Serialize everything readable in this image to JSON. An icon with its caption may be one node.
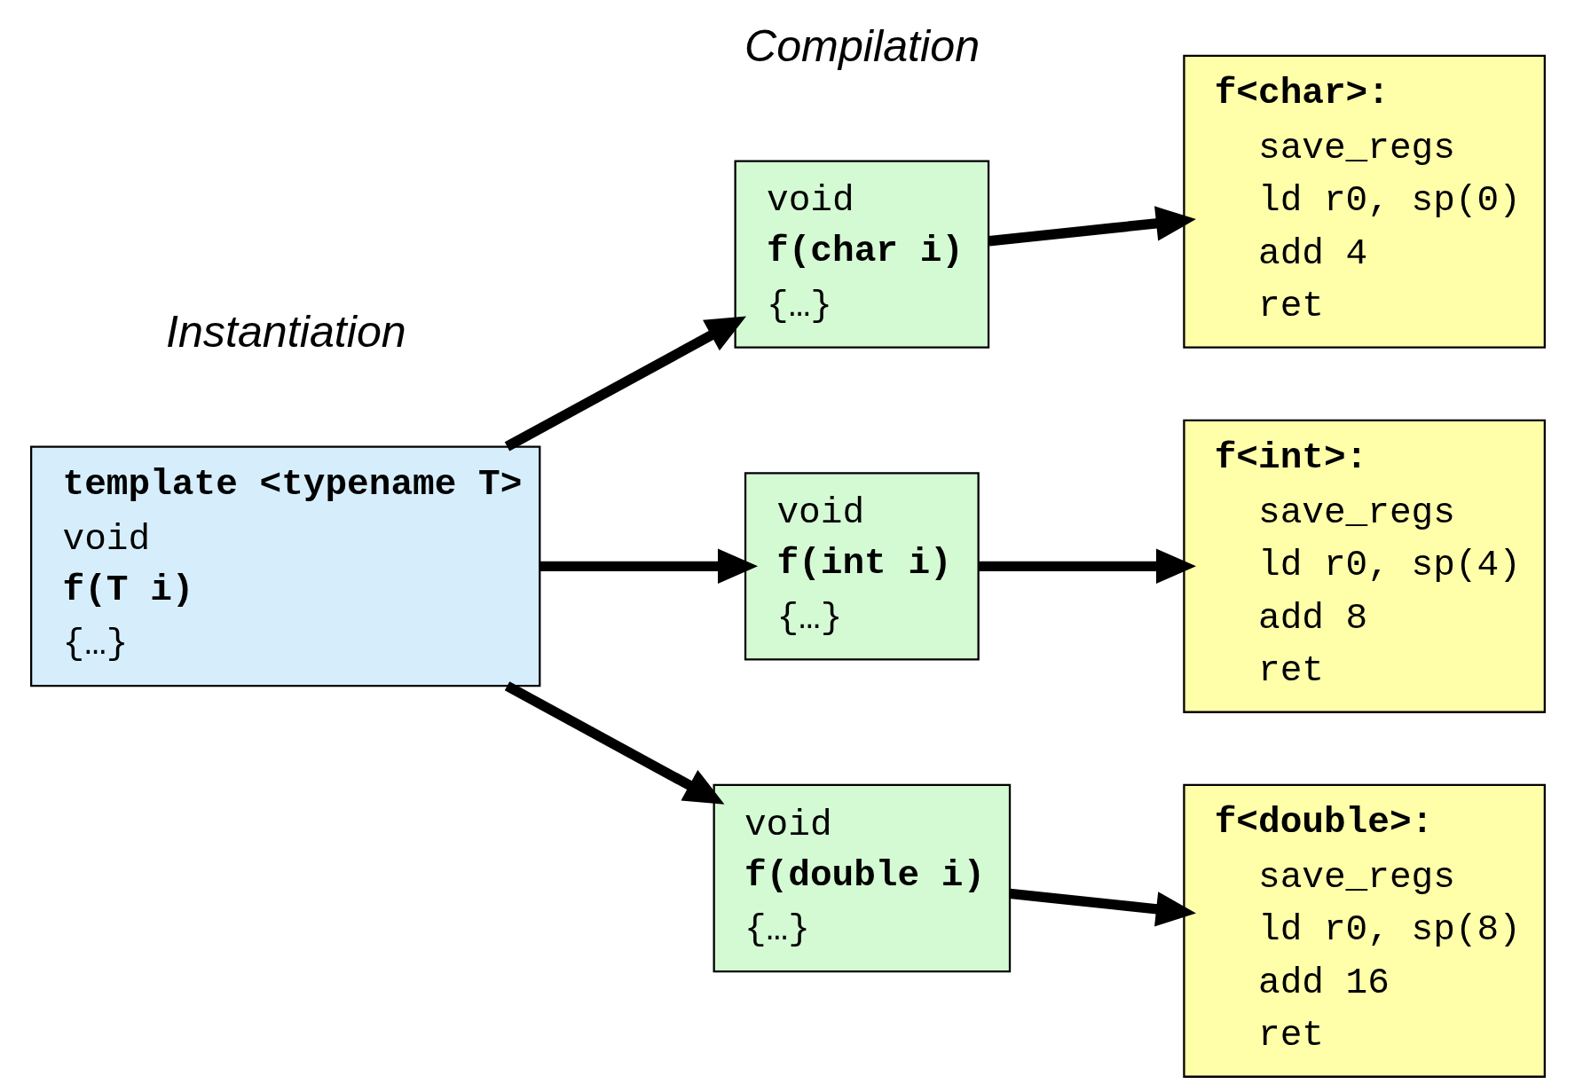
{
  "diagram": {
    "nodes": [
      {
        "text": [
          "**template <typename T>**",
          "void",
          "**f(T i)**",
          "{…}"
        ]
      },
      {
        "text": [
          "void",
          "**f(char i)**",
          "{…}"
        ]
      },
      {
        "text": [
          "void",
          "**f(int i)**",
          "{…}"
        ]
      },
      {
        "text": [
          "void",
          "**f(double i)**",
          "{…}"
        ]
      },
      {
        "text": [
          "**f<char>:**",
          "save_regs",
          "ld r0, sp(0)",
          "add 4",
          "ret"
        ]
      },
      {
        "text": [
          "**f<int>:**",
          "save_regs",
          "ld r0, sp(4)",
          "add 8",
          "ret"
        ]
      },
      {
        "text": [
          "**f<double>:**",
          "save_regs",
          "ld r0, sp(8)",
          "add 16",
          "ret"
        ]
      }
    ],
    "edges": [
      {
        "from": 0,
        "to": 1,
        "arrow": "to"
      },
      {
        "from": 0,
        "to": 2,
        "arrow": "to"
      },
      {
        "from": 0,
        "to": 3,
        "arrow": "to"
      },
      {
        "from": 1,
        "to": 4,
        "arrow": "to"
      },
      {
        "from": 2,
        "to": 5,
        "arrow": "to"
      },
      {
        "from": 3,
        "to": 6,
        "arrow": "to"
      }
    ],
    "labels": [
      "Compilation",
      "Instantiation"
    ]
  }
}
